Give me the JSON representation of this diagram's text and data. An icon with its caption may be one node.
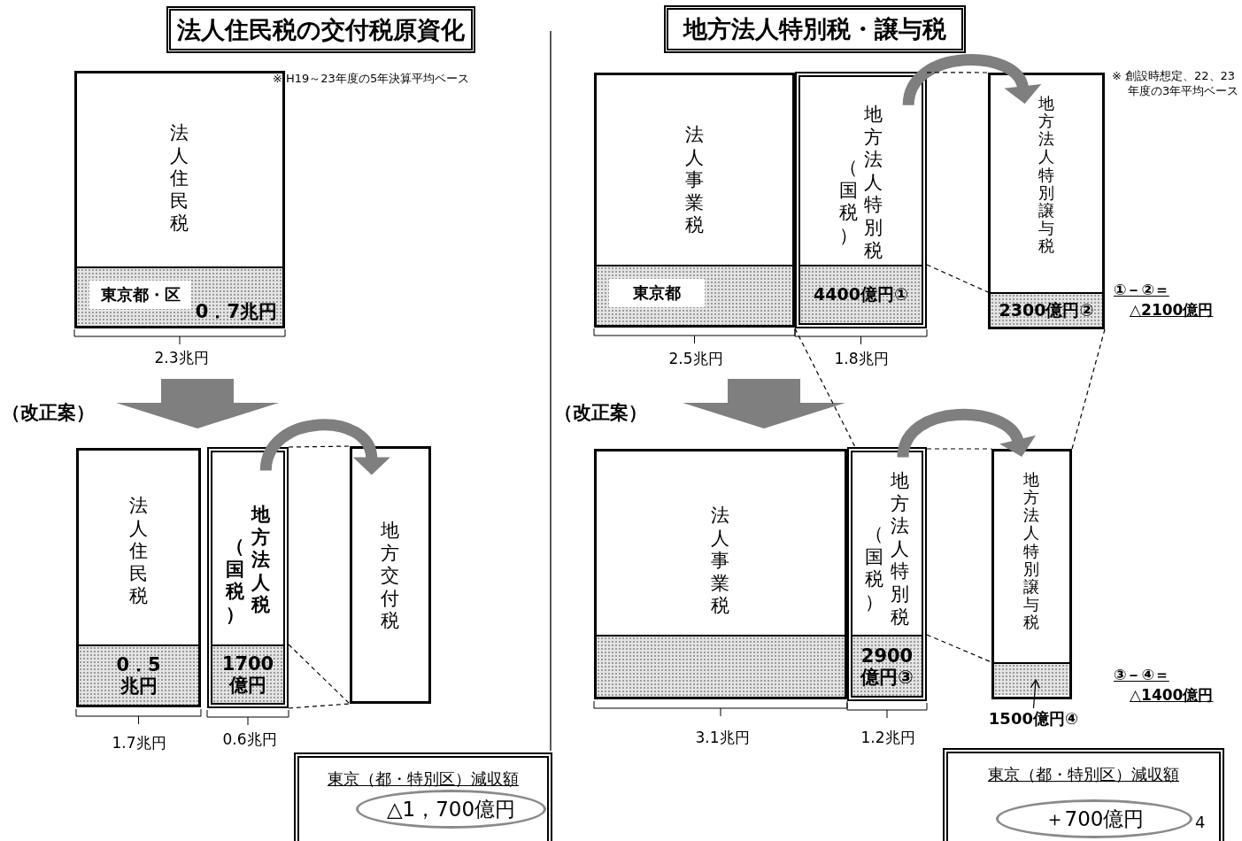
{
  "diagram": {
    "nodes": [
      {
        "text": [
          "法人住民税の交付税原資化"
        ]
      },
      {
        "text": [
          "地方法人特別税・譲与税"
        ]
      },
      {
        "text": [
          "法人住民税"
        ]
      },
      {
        "text": [
          "東京都・区",
          "0．7兆円"
        ],
        "in": 2
      },
      {
        "text": [
          "法人住民税"
        ]
      },
      {
        "text": [
          "0．5 兆円"
        ],
        "in": 4
      },
      {
        "text": [
          "（国税）",
          "地方法人税"
        ]
      },
      {
        "text": [
          "1700 億円"
        ],
        "in": 6
      },
      {
        "text": [
          "地方交付税"
        ]
      },
      {
        "text": [
          "法人事業税"
        ]
      },
      {
        "text": [
          "東京都"
        ],
        "in": 9
      },
      {
        "text": [
          "（国税）",
          "地方法人特別税"
        ]
      },
      {
        "text": [
          "4400億円①"
        ],
        "in": 11
      },
      {
        "text": [
          "地方法人特別譲与税"
        ]
      },
      {
        "text": [
          "2300億円②"
        ],
        "in": 13
      },
      {
        "text": [
          "法人事業税"
        ]
      },
      {
        "text": [],
        "shape": "box",
        "in": 15
      },
      {
        "text": [
          "（国税）",
          "地方法人特別税"
        ]
      },
      {
        "text": [
          "2900 億円③"
        ],
        "in": 17
      },
      {
        "text": [
          "地方法人特別譲与税"
        ]
      },
      {
        "text": [],
        "shape": "box",
        "in": 19
      },
      {
        "text": [
          "1500億円④"
        ]
      },
      {
        "text": [
          "東京（都・特別区）減収額"
        ]
      },
      {
        "text": [
          "△1，700億円"
        ],
        "in": 22
      },
      {
        "text": [
          "東京（都・特別区）減収額"
        ]
      },
      {
        "text": [
          "＋700億円"
        ],
        "in": 24
      }
    ],
    "edges": [
      {
        "from": 6,
        "to": 8,
        "arrow": "to",
        "style": "thick",
        "color": "#7f7f7f"
      },
      {
        "from": 6,
        "to": 8,
        "arrow": "none",
        "style": "dashed"
      },
      {
        "from": 7,
        "to": 8,
        "arrow": "none",
        "style": "dashed"
      },
      {
        "from": 6,
        "to": 8,
        "arrow": "none",
        "style": "dashed"
      },
      {
        "from": 11,
        "to": 13,
        "arrow": "to",
        "style": "thick",
        "color": "#7f7f7f"
      },
      {
        "from": 11,
        "to": 13,
        "arrow": "none",
        "style": "dashed"
      },
      {
        "from": 12,
        "to": 14,
        "arrow": "none",
        "style": "dashed"
      },
      {
        "from": 11,
        "to": 17,
        "arrow": "none",
        "style": "dashed"
      },
      {
        "from": 13,
        "to": 19,
        "arrow": "none",
        "style": "dashed"
      },
      {
        "from": 17,
        "to": 19,
        "arrow": "to",
        "style": "thick",
        "color": "#7f7f7f"
      },
      {
        "from": 17,
        "to": 19,
        "arrow": "none",
        "style": "dashed"
      },
      {
        "from": 18,
        "to": 20,
        "arrow": "none",
        "style": "dashed"
      },
      {
        "from": 21,
        "to": 20,
        "arrow": "to"
      }
    ],
    "labels": [
      "※ H19～23年度の5年決算平均ベース",
      "※ 創設時想定、22、23年度の3年平均ベース",
      "①－②＝ △2100億円",
      "2.3兆円",
      "2.5兆円",
      "1.8兆円",
      "（改正案）",
      "（改正案）",
      "③－④＝ △1400億円",
      "1.7兆円",
      "0.6兆円",
      "3.1兆円",
      "1.2兆円",
      "4"
    ]
  }
}
